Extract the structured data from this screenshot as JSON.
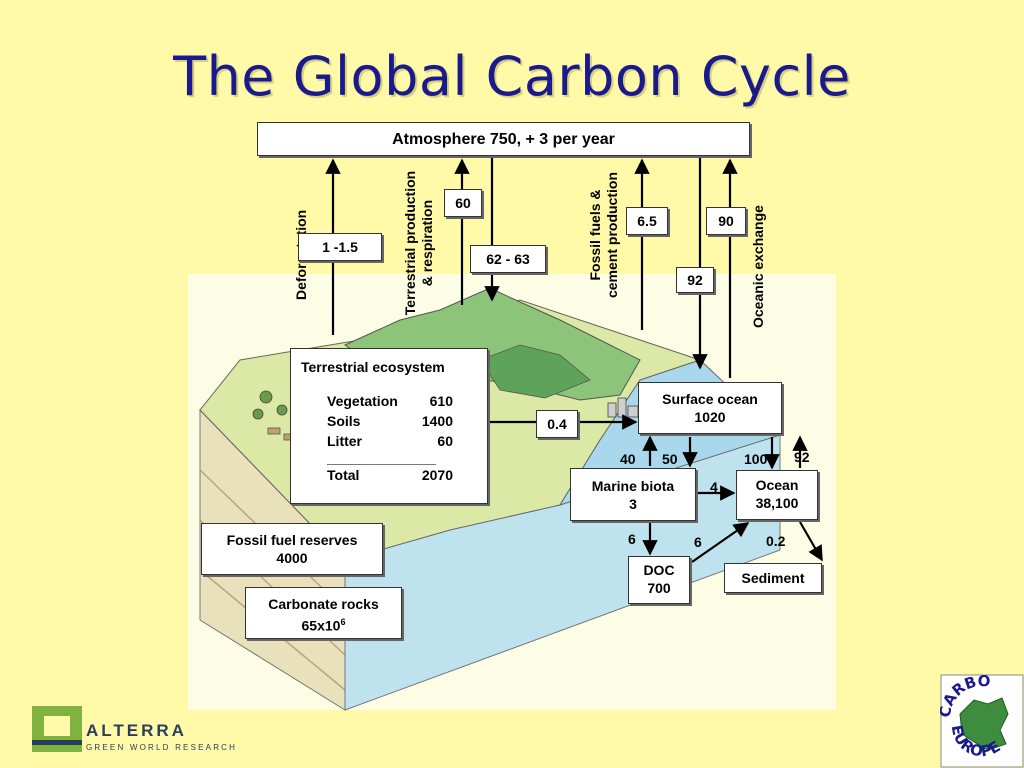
{
  "title": "The Global Carbon Cycle",
  "atmosphere": "Atmosphere 750, + 3 per year",
  "side_labels": {
    "deforestation": "Deforestation",
    "terrestrial_line1": "Terrestrial production",
    "terrestrial_line2": "& respiration",
    "fossil_line1": "Fossil fuels &",
    "fossil_line2": "cement production",
    "oceanic": "Oceanic exchange"
  },
  "flows": {
    "deforestation": "1 -1.5",
    "terr_up": "60",
    "terr_down": "62 - 63",
    "fossil": "6.5",
    "ocean_up": "90",
    "ocean_down": "92",
    "land_to_ocean": "0.4",
    "ocean_to_biota": "40",
    "biota_to_ocean": "50",
    "deep_down": "100",
    "deep_up": "92",
    "biota_to_deep": "4",
    "biota_to_doc": "6",
    "doc_to_deep": "6",
    "deep_to_sediment": "0.2"
  },
  "ecosystem": {
    "heading": "Terrestrial ecosystem",
    "rows": [
      {
        "name": "Vegetation",
        "value": "610"
      },
      {
        "name": "Soils",
        "value": "1400"
      },
      {
        "name": "Litter",
        "value": "60"
      }
    ],
    "rule": "______________",
    "total_name": "Total",
    "total_value": "2070"
  },
  "surface_ocean": {
    "line1": "Surface ocean",
    "line2": "1020"
  },
  "marine_biota": {
    "line1": "Marine biota",
    "line2": "3"
  },
  "deep_ocean": {
    "line1": "Ocean",
    "line2": "38,100"
  },
  "doc": {
    "line1": "DOC",
    "line2": "700"
  },
  "sediment": "Sediment",
  "fossil_reserves": {
    "line1": "Fossil fuel reserves",
    "line2": "4000"
  },
  "carbonate": {
    "line1": "Carbonate rocks",
    "line2": "65x10",
    "exponent": "6"
  },
  "logos": {
    "alterra_name": "ALTERRA",
    "alterra_tagline": "GREEN WORLD RESEARCH",
    "carbo_top": "CARBO",
    "carbo_bottom": "EUROPE"
  },
  "colors": {
    "background": "#fff9a8",
    "title": "#1a1a8c",
    "land_green": "#dbe8a6",
    "mountain": "#8cc57a",
    "water": "#a9d8ec",
    "soil": "#ddd0a6"
  }
}
